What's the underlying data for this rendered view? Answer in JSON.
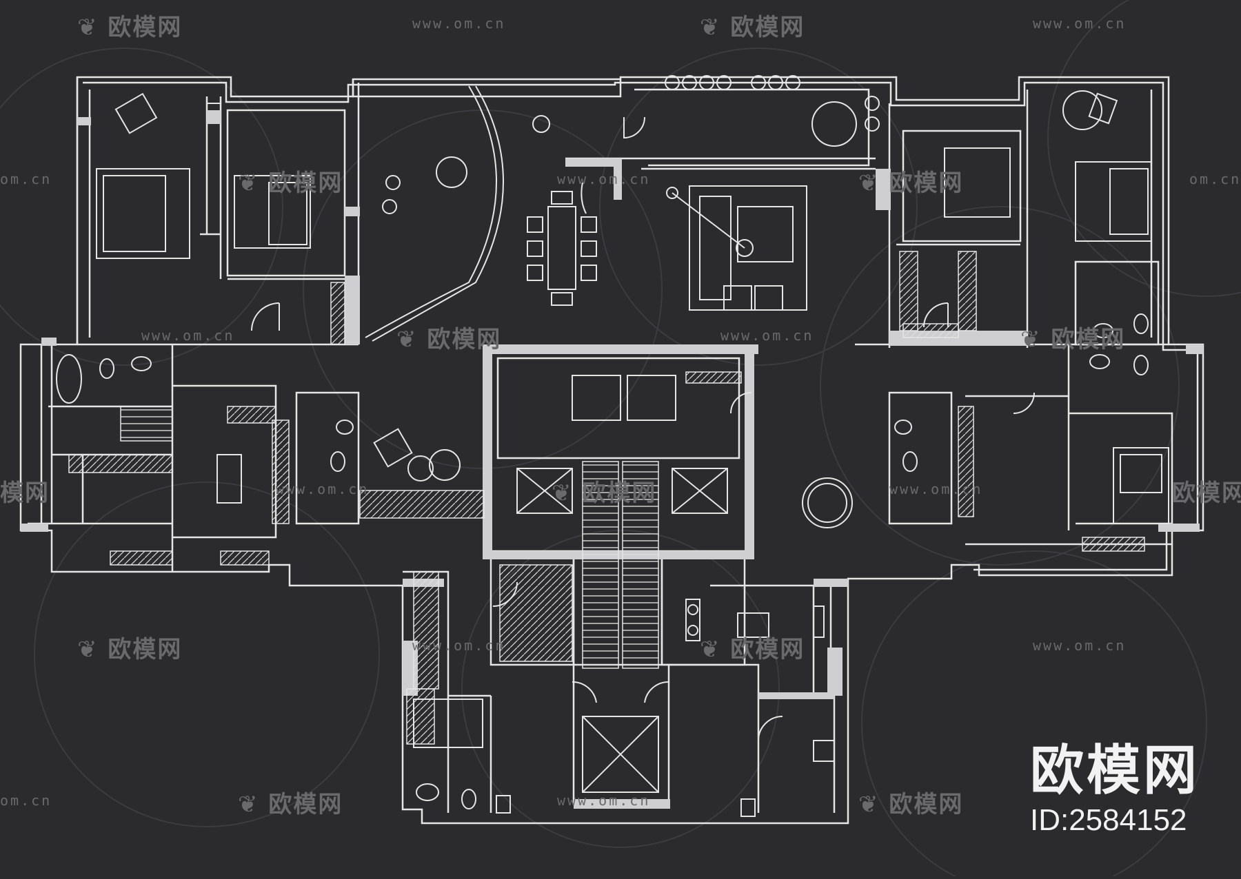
{
  "watermark": {
    "logo_text": "欧模网",
    "url_text": "www.om.cn",
    "partial_url_text": "om.cn",
    "partial_logo_text": "模网"
  },
  "brand": {
    "logo_text": "欧模网",
    "id_text": "ID:2584152"
  },
  "colors": {
    "background": "#2b2b2d",
    "line": "#e6e6e6",
    "wall_fill": "#cfcfd2",
    "watermark": "#6a6a6d"
  }
}
